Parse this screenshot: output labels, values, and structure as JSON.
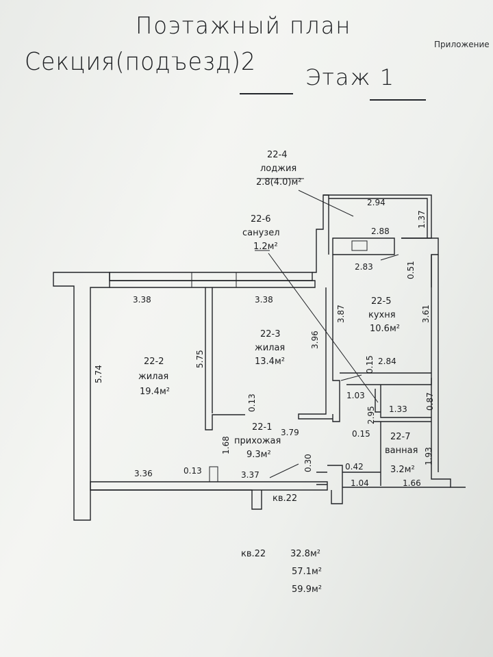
{
  "header": {
    "title": "Поэтажный план",
    "section": "Секция(подъезд)2",
    "floor_label": "Этаж 1",
    "appendix": "Приложение"
  },
  "rooms": {
    "r224": {
      "id": "22-4",
      "name": "лоджия",
      "area": "2.8(4.0)м²"
    },
    "r226": {
      "id": "22-6",
      "name": "санузел",
      "area": "1.2м²"
    },
    "r225": {
      "id": "22-5",
      "name": "кухня",
      "area": "10.6м²"
    },
    "r223": {
      "id": "22-3",
      "name": "жилая",
      "area": "13.4м²"
    },
    "r222": {
      "id": "22-2",
      "name": "жилая",
      "area": "19.4м²"
    },
    "r221": {
      "id": "22-1",
      "name": "прихожая",
      "area": "9.3м²"
    },
    "r227": {
      "id": "22-7",
      "name": "ванная",
      "area": "3.2м²"
    }
  },
  "dims": {
    "d294": "2.94",
    "d137": "1.37",
    "d288": "2.88",
    "d283": "2.83",
    "d051": "0.51",
    "d338a": "3.38",
    "d338b": "3.38",
    "d387": "3.87",
    "d361": "3.61",
    "d396": "3.96",
    "d574": "5.74",
    "d575": "5.75",
    "d015a": "0.15",
    "d284": "2.84",
    "d103": "1.03",
    "d087": "0.87",
    "d013a": "0.13",
    "d295": "2.95",
    "d133": "1.33",
    "d379": "3.79",
    "d015b": "0.15",
    "d168": "1.68",
    "d193": "1.93",
    "d336": "3.36",
    "d013b": "0.13",
    "d337": "3.37",
    "d030": "0.30",
    "d042": "0.42",
    "d104": "1.04",
    "d166": "1.66"
  },
  "apartment_label": "кв.22",
  "totals": {
    "label": "кв.22",
    "values": [
      "32.8м²",
      "57.1м²",
      "59.9м²"
    ]
  }
}
